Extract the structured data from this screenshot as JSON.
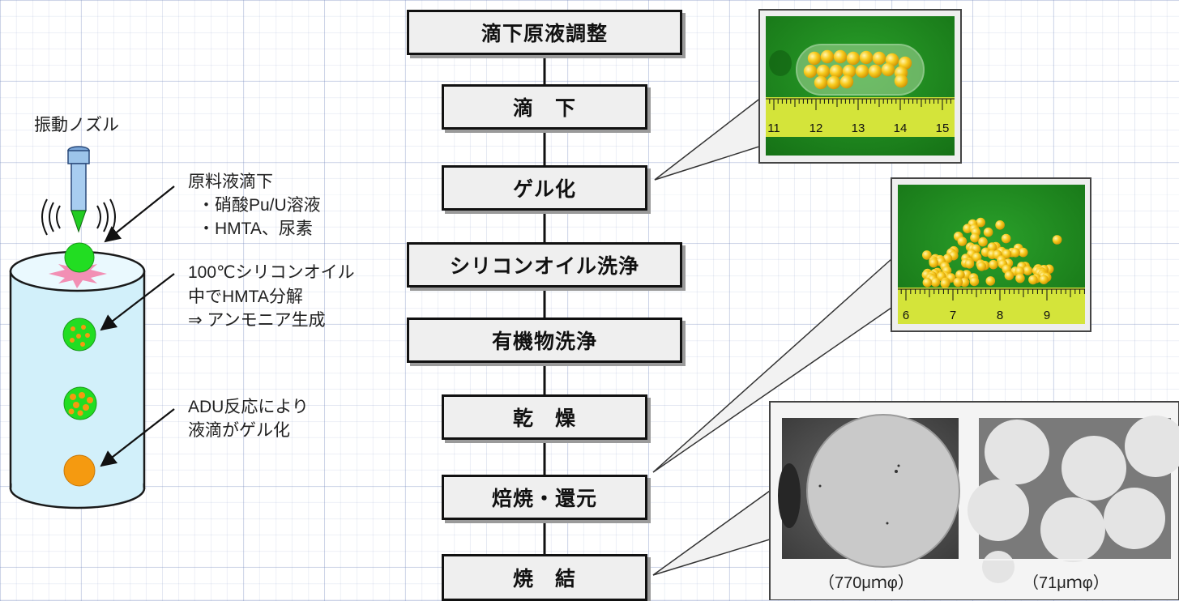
{
  "apparatus": {
    "nozzle_label": "振動ノズル",
    "feed_label": "原料液滴下",
    "feed_items": [
      "・硝酸Pu/U溶液",
      "・HMTA、尿素"
    ],
    "oil_lines": [
      "100℃シリコンオイル",
      "中でHMTA分解",
      "⇒ アンモニア生成"
    ],
    "gel_lines": [
      "ADU反応により",
      "液滴がゲル化"
    ]
  },
  "flow_steps": [
    "滴下原液調整",
    "滴　下",
    "ゲル化",
    "シリコンオイル洗浄",
    "有機物洗浄",
    "乾　燥",
    "焙焼・還元",
    "焼　結"
  ],
  "photos": {
    "ruler1_ticks": [
      "11",
      "12",
      "13",
      "14",
      "15"
    ],
    "ruler2_ticks": [
      "6",
      "7",
      "8",
      "9"
    ],
    "micrograph_captions": [
      "（770μｍφ）",
      "（71μｍφ）"
    ]
  },
  "colors": {
    "column_fill": "#d2f0fa",
    "droplet_green": "#22dd22",
    "particle_orange": "#f59a10",
    "kernel_yellow": "#f5c518",
    "photo_background_green": "#1e8a1e"
  }
}
